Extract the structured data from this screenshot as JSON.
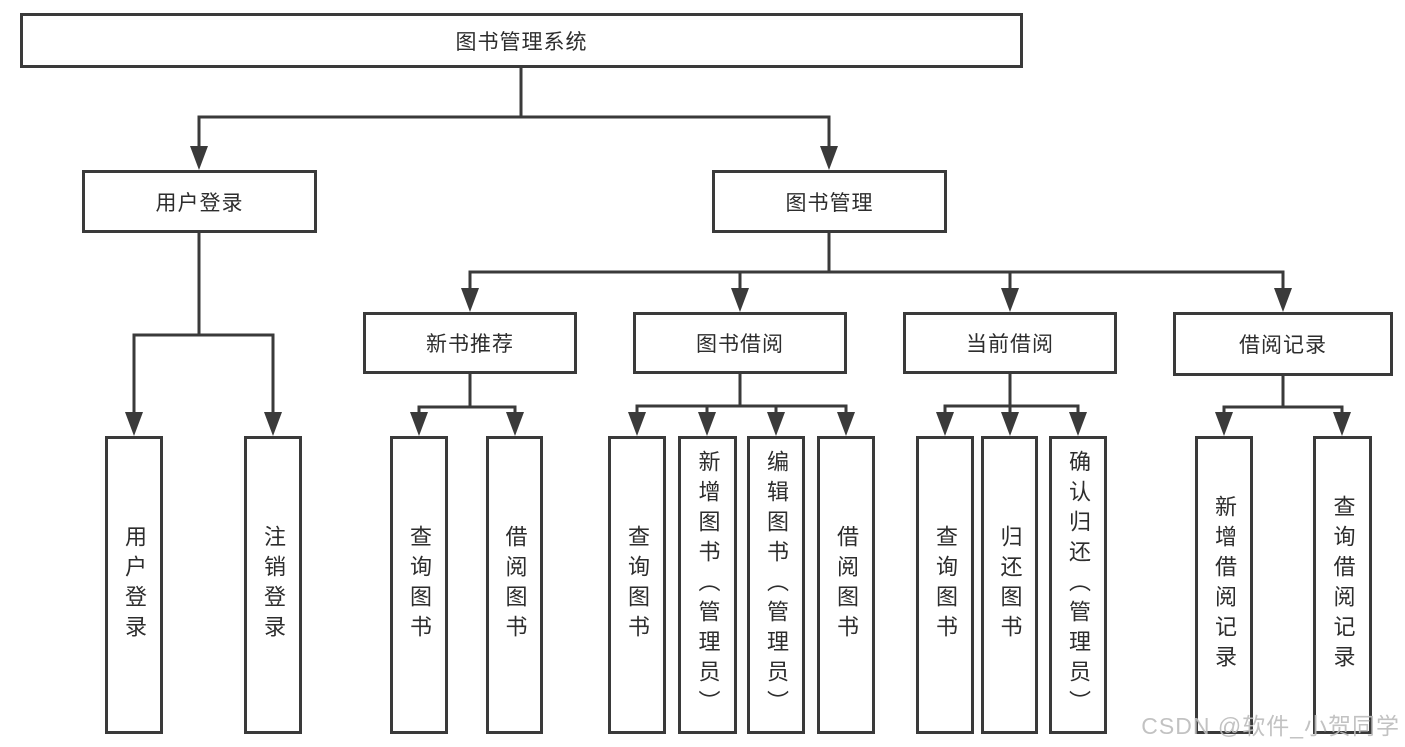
{
  "colors": {
    "line": "#3a3a3a",
    "text": "#2d2d2d",
    "node_bg": "#ffffff",
    "watermark": "#bdbdbd"
  },
  "watermark": {
    "text": "CSDN @软件_小贺同学"
  },
  "tree": {
    "label": "图书管理系统",
    "children": [
      {
        "label": "用户登录",
        "children": [
          {
            "label": "用户登录"
          },
          {
            "label": "注销登录"
          }
        ]
      },
      {
        "label": "图书管理",
        "children": [
          {
            "label": "新书推荐",
            "children": [
              {
                "label": "查询图书"
              },
              {
                "label": "借阅图书"
              }
            ]
          },
          {
            "label": "图书借阅",
            "children": [
              {
                "label": "查询图书"
              },
              {
                "label": "新增图书（管理员）"
              },
              {
                "label": "编辑图书（管理员）"
              },
              {
                "label": "借阅图书"
              }
            ]
          },
          {
            "label": "当前借阅",
            "children": [
              {
                "label": "查询图书"
              },
              {
                "label": "归还图书"
              },
              {
                "label": "确认归还（管理员）"
              }
            ]
          },
          {
            "label": "借阅记录",
            "children": [
              {
                "label": "新增借阅记录"
              },
              {
                "label": "查询借阅记录"
              }
            ]
          }
        ]
      }
    ]
  }
}
